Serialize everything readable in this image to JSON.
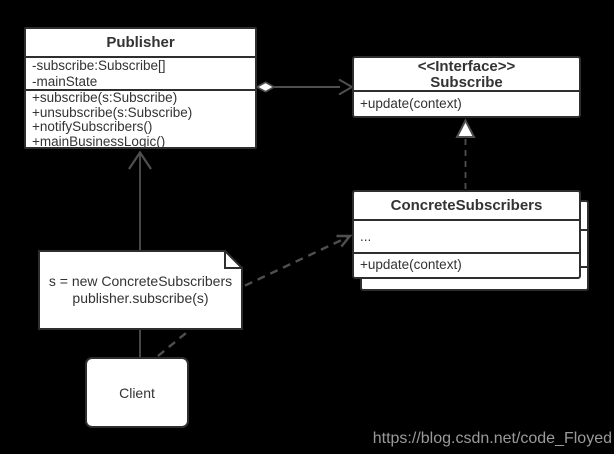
{
  "colors": {
    "background": "#000000",
    "node_fill": "#ffffff",
    "node_border": "#2e2e2e",
    "connector": "#4f4f4f",
    "text": "#333333",
    "watermark_text": "#9a9a9a"
  },
  "classes": {
    "publisher": {
      "name": "Publisher",
      "attributes": [
        "-subscribe:Subscribe[]",
        "-mainState"
      ],
      "methods": [
        "+subscribe(s:Subscribe)",
        "+unsubscribe(s:Subscribe)",
        "+notifySubscribers()",
        "+mainBusinessLogic()"
      ]
    },
    "subscribe_interface": {
      "stereotype": "<<Interface>>",
      "name": "Subscribe",
      "methods": [
        "+update(context)"
      ]
    },
    "concrete_subscribers": {
      "name": "ConcreteSubscribers",
      "attributes": [
        "..."
      ],
      "methods": [
        "+update(context)"
      ]
    },
    "client": {
      "name": "Client"
    }
  },
  "note": {
    "line1": "s = new ConcreteSubscribers",
    "line2": "publisher.subscribe(s)"
  },
  "relationships": [
    {
      "type": "aggregation",
      "from": "Publisher",
      "to": "Subscribe"
    },
    {
      "type": "association-arrow",
      "from": "Client",
      "to": "Publisher"
    },
    {
      "type": "realization",
      "from": "ConcreteSubscribers",
      "to": "Subscribe"
    },
    {
      "type": "dependency",
      "from": "Client",
      "to": "ConcreteSubscribers"
    }
  ],
  "watermark": "https://blog.csdn.net/code_Floyed"
}
